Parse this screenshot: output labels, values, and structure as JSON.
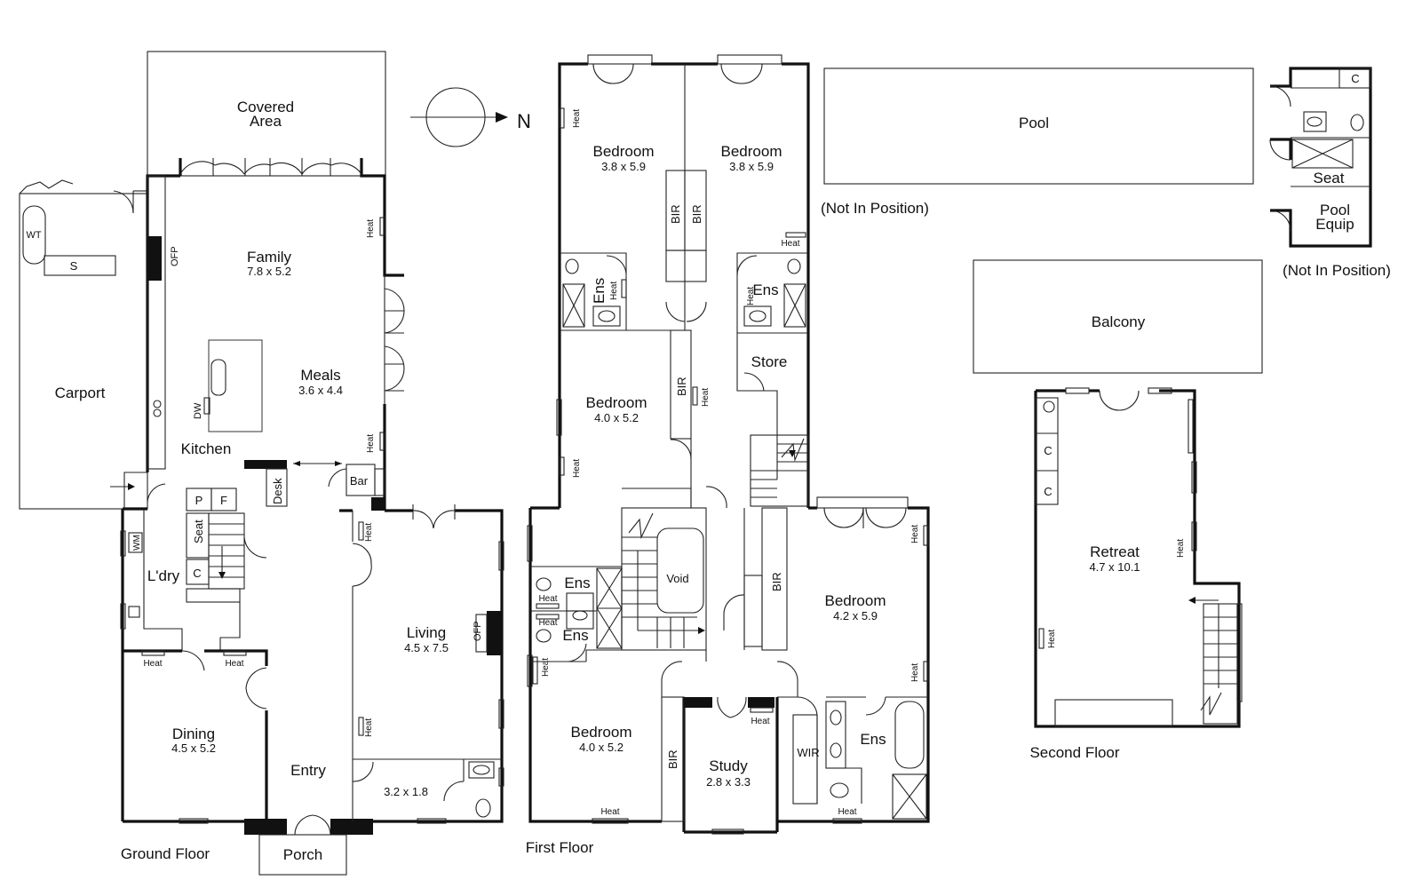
{
  "compass": {
    "north_label": "N"
  },
  "ground_floor": {
    "title": "Ground Floor",
    "covered_area": [
      "Covered",
      "Area"
    ],
    "carport": "Carport",
    "wt": "WT",
    "s": "S",
    "family": {
      "name": "Family",
      "dims": "7.8 x 5.2"
    },
    "ofp_family": "OFP",
    "meals": {
      "name": "Meals",
      "dims": "3.6 x 4.4"
    },
    "kitchen": "Kitchen",
    "dw": "DW",
    "bar": "Bar",
    "desk": "Desk",
    "p": "P",
    "f": "F",
    "seat": "Seat",
    "c": "C",
    "wm": "WM",
    "laundry": "L'dry",
    "heat": "Heat",
    "dining": {
      "name": "Dining",
      "dims": "4.5 x 5.2"
    },
    "living": {
      "name": "Living",
      "dims": "4.5 x 7.5"
    },
    "ofp_living": "OFP",
    "entry": "Entry",
    "wc_dims": "3.2 x 1.8",
    "porch": "Porch"
  },
  "first_floor": {
    "title": "First Floor",
    "bedroom_nw": {
      "name": "Bedroom",
      "dims": "3.8 x 5.9"
    },
    "bedroom_ne": {
      "name": "Bedroom",
      "dims": "3.8 x 5.9"
    },
    "bir": "BIR",
    "ens": "Ens",
    "store": "Store",
    "heat": "Heat",
    "bedroom_mid": {
      "name": "Bedroom",
      "dims": "4.0 x 5.2"
    },
    "void": "Void",
    "bedroom_east": {
      "name": "Bedroom",
      "dims": "4.2 x 5.9"
    },
    "bedroom_sw": {
      "name": "Bedroom",
      "dims": "4.0 x 5.2"
    },
    "study": {
      "name": "Study",
      "dims": "2.8 x 3.3"
    },
    "wir": "WIR"
  },
  "pool": {
    "name": "Pool",
    "note": "(Not In Position)"
  },
  "pool_house": {
    "c": "C",
    "seat": "Seat",
    "equip": [
      "Pool",
      "Equip"
    ],
    "note": "(Not In Position)"
  },
  "second_floor": {
    "title": "Second Floor",
    "balcony": "Balcony",
    "retreat": {
      "name": "Retreat",
      "dims": "4.7 x 10.1"
    },
    "c": "C",
    "heat": "Heat"
  }
}
